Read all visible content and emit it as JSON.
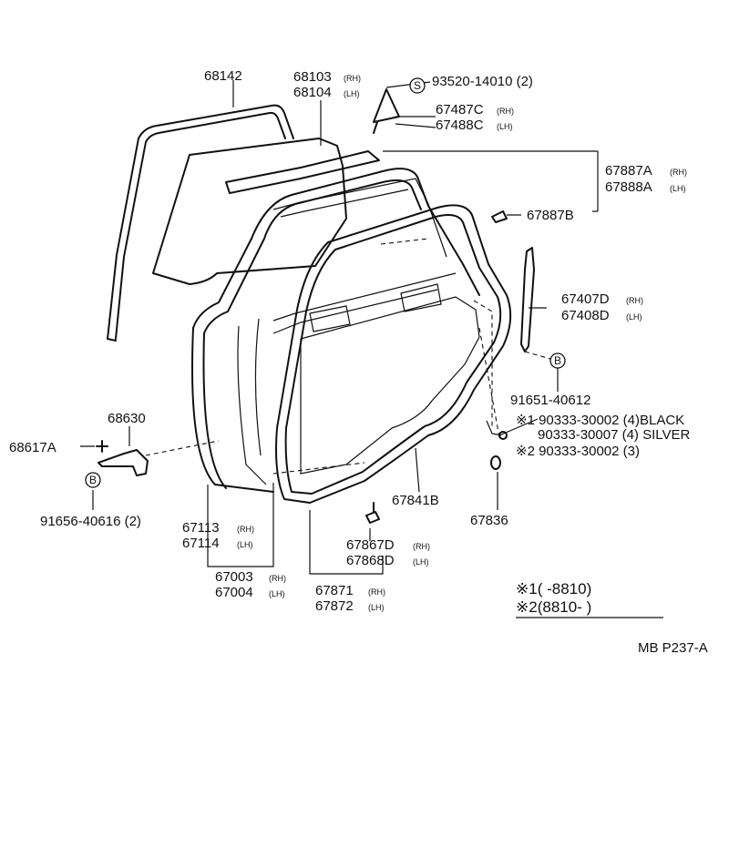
{
  "diagram_code": "MB P237-A",
  "markers": {
    "s": "S",
    "b": "B"
  },
  "parts": {
    "p68142": "68142",
    "p68103": "68103",
    "p68104": "68104",
    "p93520": "93520-14010 (2)",
    "p67487C": "67487C",
    "p67488C": "67488C",
    "p67887A": "67887A",
    "p67888A": "67888A",
    "p67887B": "67887B",
    "p67407D": "67407D",
    "p67408D": "67408D",
    "p91651": "91651-40612",
    "p90333_1": "※1 90333-30002 (4)BLACK",
    "p90333_s": "90333-30007 (4) SILVER",
    "p90333_2": "※2 90333-30002 (3)",
    "p67841B": "67841B",
    "p67836": "67836",
    "p68630": "68630",
    "p68617A": "68617A",
    "p91656": "91656-40616 (2)",
    "p67113": "67113",
    "p67114": "67114",
    "p67003": "67003",
    "p67004": "67004",
    "p67867D": "67867D",
    "p67868D": "67868D",
    "p67871": "67871",
    "p67872": "67872"
  },
  "side": {
    "rh": "(RH)",
    "lh": "(LH)"
  },
  "legend": {
    "note1": "※1(      -8810)",
    "note2": "※2(8810-       )"
  }
}
